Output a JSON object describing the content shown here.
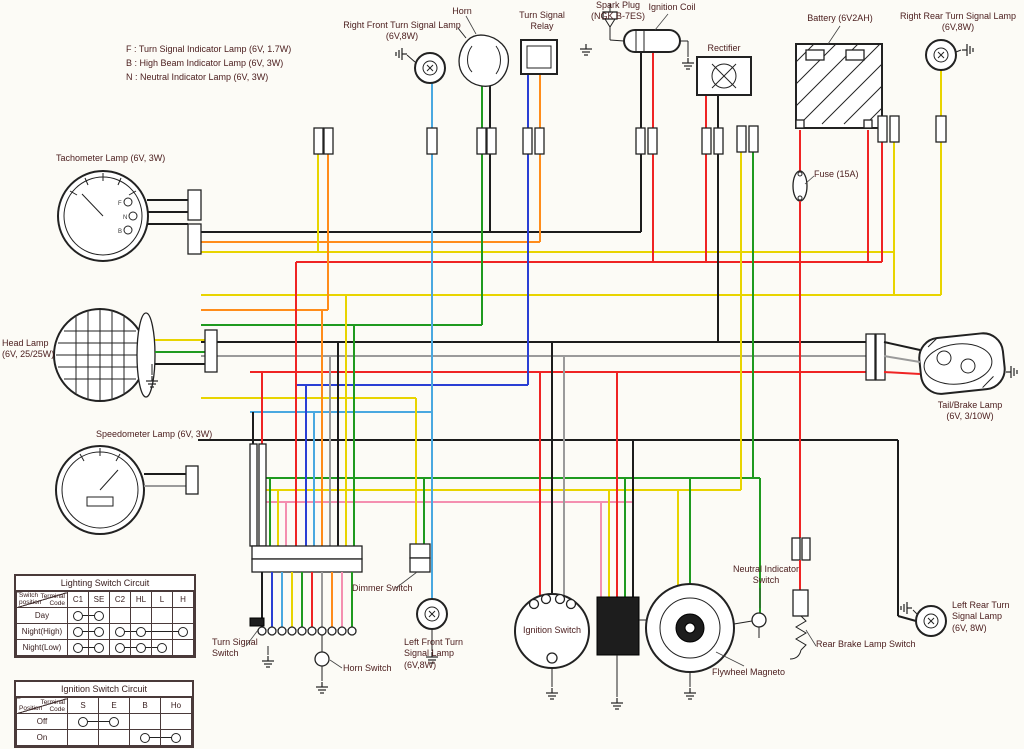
{
  "palette": {
    "black": "#1c1c1c",
    "yellow": "#e8d400",
    "green": "#1f9a1f",
    "orange": "#ff8c1a",
    "red": "#ef2424",
    "blue": "#2a3fd4",
    "lightblue": "#49a8e0",
    "gray": "#9a9a9a",
    "pink": "#f48fb0"
  },
  "legend": {
    "f": "F : Turn Signal Indicator Lamp (6V, 1.7W)",
    "b": "B : High Beam Indicator Lamp (6V, 3W)",
    "n": "N : Neutral Indicator Lamp (6V, 3W)"
  },
  "tach_face": {
    "f": "F",
    "n": "N",
    "b": "B"
  },
  "labels": {
    "right_front_turn": "Right Front Turn Signal Lamp\n(6V,8W)",
    "horn": "Horn",
    "turn_signal_relay": "Turn Signal\nRelay",
    "spark_plug": "Spark Plug\n(NGK B-7ES)",
    "ignition_coil": "Ignition Coil",
    "rectifier": "Rectifier",
    "battery": "Battery (6V2AH)",
    "right_rear_turn": "Right Rear Turn Signal Lamp\n(6V,8W)",
    "tachometer_lamp": "Tachometer Lamp (6V, 3W)",
    "head_lamp": "Head Lamp\n(6V, 25/25W)",
    "speedometer_lamp": "Speedometer Lamp (6V, 3W)",
    "fuse": "Fuse (15A)",
    "tail_brake_lamp": "Tail/Brake Lamp\n(6V, 3/10W)",
    "left_rear_turn": "Left Rear Turn\nSignal Lamp\n(6V, 8W)",
    "rear_brake_switch": "Rear Brake Lamp Switch",
    "flywheel_magneto": "Flywheel Magneto",
    "neutral_switch": "Neutral Indicator\nSwitch",
    "ignition_switch": "Ignition Switch",
    "left_front_turn": "Left Front Turn\nSignal Lamp\n(6V,8W)",
    "horn_switch": "Horn Switch",
    "turn_signal_switch": "Turn Signal\nSwitch",
    "dimmer_switch": "Dimmer Switch"
  },
  "tables": {
    "lighting": {
      "title": "Lighting Switch Circuit",
      "corner_top": "Terminal\nCode",
      "corner_bottom": "Switch\nposition",
      "columns": [
        "C1",
        "SE",
        "C2",
        "HL",
        "L",
        "H"
      ],
      "rows": [
        {
          "label": "Day",
          "groups": [
            {
              "from": 0,
              "to": 1,
              "dots": [
                0,
                1
              ]
            }
          ]
        },
        {
          "label": "Night(High)",
          "groups": [
            {
              "from": 0,
              "to": 1,
              "dots": [
                0,
                1
              ]
            },
            {
              "from": 2,
              "to": 5,
              "dots": [
                2,
                3,
                5
              ]
            }
          ]
        },
        {
          "label": "Night(Low)",
          "groups": [
            {
              "from": 0,
              "to": 1,
              "dots": [
                0,
                1
              ]
            },
            {
              "from": 2,
              "to": 4,
              "dots": [
                2,
                3,
                4
              ]
            }
          ]
        }
      ]
    },
    "ignition": {
      "title": "Ignition Switch Circuit",
      "corner_top": "Terminal\nCode",
      "corner_bottom": "Position",
      "columns": [
        "S",
        "E",
        "B",
        "Ho"
      ],
      "rows": [
        {
          "label": "Off",
          "groups": [
            {
              "from": 0,
              "to": 1,
              "dots": [
                0,
                1
              ]
            }
          ]
        },
        {
          "label": "On",
          "groups": [
            {
              "from": 2,
              "to": 3,
              "dots": [
                2,
                3
              ]
            }
          ]
        }
      ]
    }
  }
}
